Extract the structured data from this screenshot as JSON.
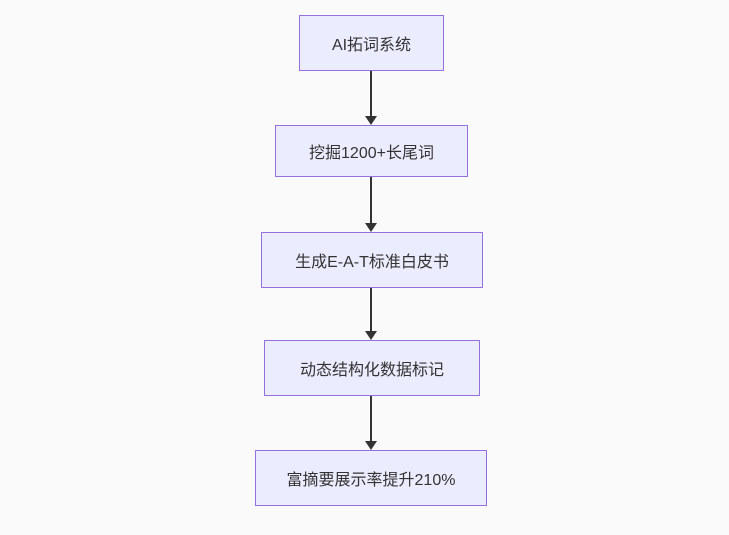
{
  "page": {
    "background_color": "#fafafa"
  },
  "flowchart": {
    "type": "flowchart",
    "direction": "top-down",
    "node_fill_color": "#ECECFF",
    "node_border_color": "#9370DB",
    "text_color": "#333333",
    "arrow_color": "#333333",
    "nodes": [
      {
        "id": "n1",
        "label": "AI拓词系统"
      },
      {
        "id": "n2",
        "label": "挖掘1200+长尾词"
      },
      {
        "id": "n3",
        "label": "生成E-A-T标准白皮书"
      },
      {
        "id": "n4",
        "label": "动态结构化数据标记"
      },
      {
        "id": "n5",
        "label": "富摘要展示率提升210%"
      }
    ],
    "edges": [
      {
        "from": "n1",
        "to": "n2"
      },
      {
        "from": "n2",
        "to": "n3"
      },
      {
        "from": "n3",
        "to": "n4"
      },
      {
        "from": "n4",
        "to": "n5"
      }
    ]
  }
}
